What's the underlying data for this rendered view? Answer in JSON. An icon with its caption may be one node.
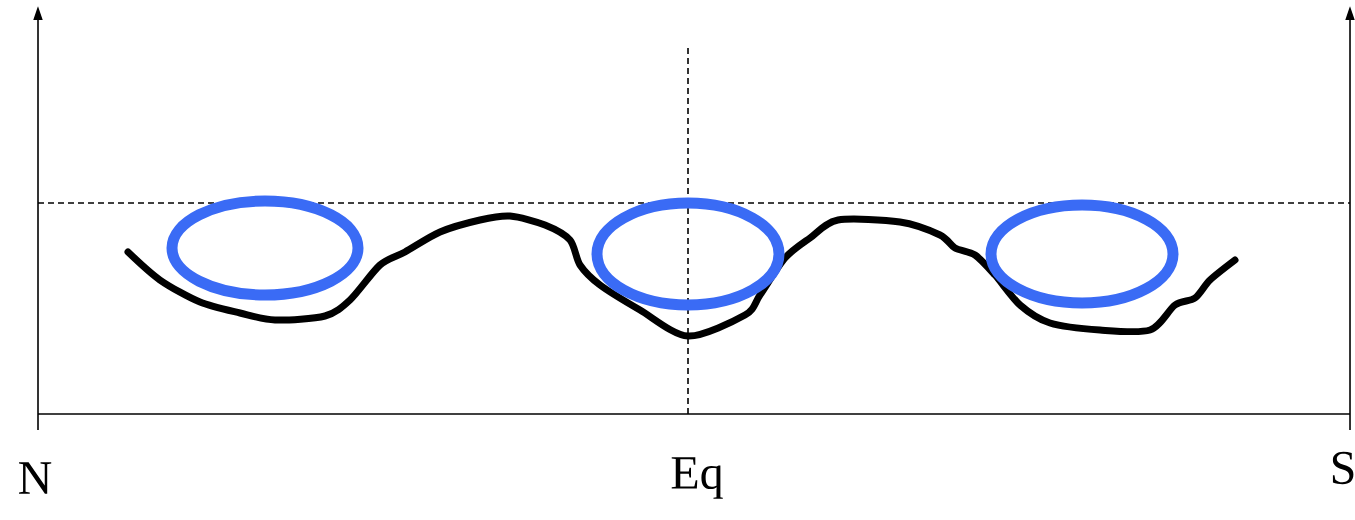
{
  "diagram": {
    "labels": [
      "N",
      "Eq",
      "S"
    ]
  }
}
